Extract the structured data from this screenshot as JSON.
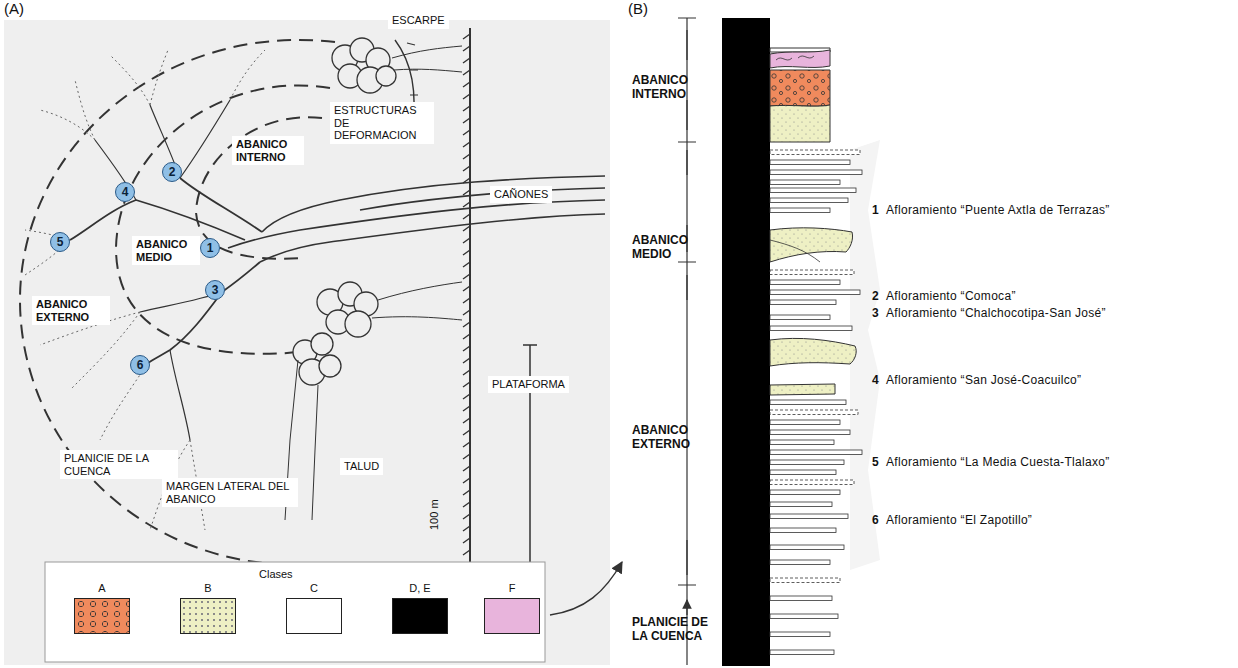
{
  "diagram": {
    "nodes": [
      {
        "text": [
          "1"
        ]
      },
      {
        "text": [
          "2"
        ]
      },
      {
        "text": [
          "3"
        ]
      },
      {
        "text": [
          "4"
        ]
      },
      {
        "text": [
          "5"
        ]
      },
      {
        "text": [
          "6"
        ]
      }
    ],
    "labels": [
      "(A)",
      "(B)",
      "ESCARPE",
      "ESTRUCTURAS DE DEFORMACION",
      "CAÑONES",
      "ABANICO INTERNO",
      "ABANICO MEDIO",
      "ABANICO EXTERNO",
      "PLATAFORMA",
      "PLANICIE DE LA CUENCA",
      "MARGEN LATERAL DEL ABANICO",
      "TALUD",
      "100 m",
      "Clases",
      "ABANICO INTERNO",
      "ABANICO MEDIO",
      "ABANICO EXTERNO",
      "PLANICIE DE LA CUENCA",
      "1",
      "Afloramiento “Puente Axtla de Terrazas”",
      "2",
      "Afloramiento “Comoca”",
      "3",
      "Afloramiento “Chalchocotipa-San José”",
      "4",
      "Afloramiento “San José-Coacuilco”",
      "5",
      "Afloramiento “La Media Cuesta-Tlalaxo”",
      "6",
      "Afloramiento “El Zapotillo”"
    ],
    "legend": [
      {
        "text": "A",
        "color": "#f08a5d"
      },
      {
        "text": "B",
        "color": "#eef0c4"
      },
      {
        "text": "C",
        "color": "#ffffff"
      },
      {
        "text": "D, E",
        "color": "#000000"
      },
      {
        "text": "F",
        "color": "#e8b4dc"
      }
    ]
  }
}
